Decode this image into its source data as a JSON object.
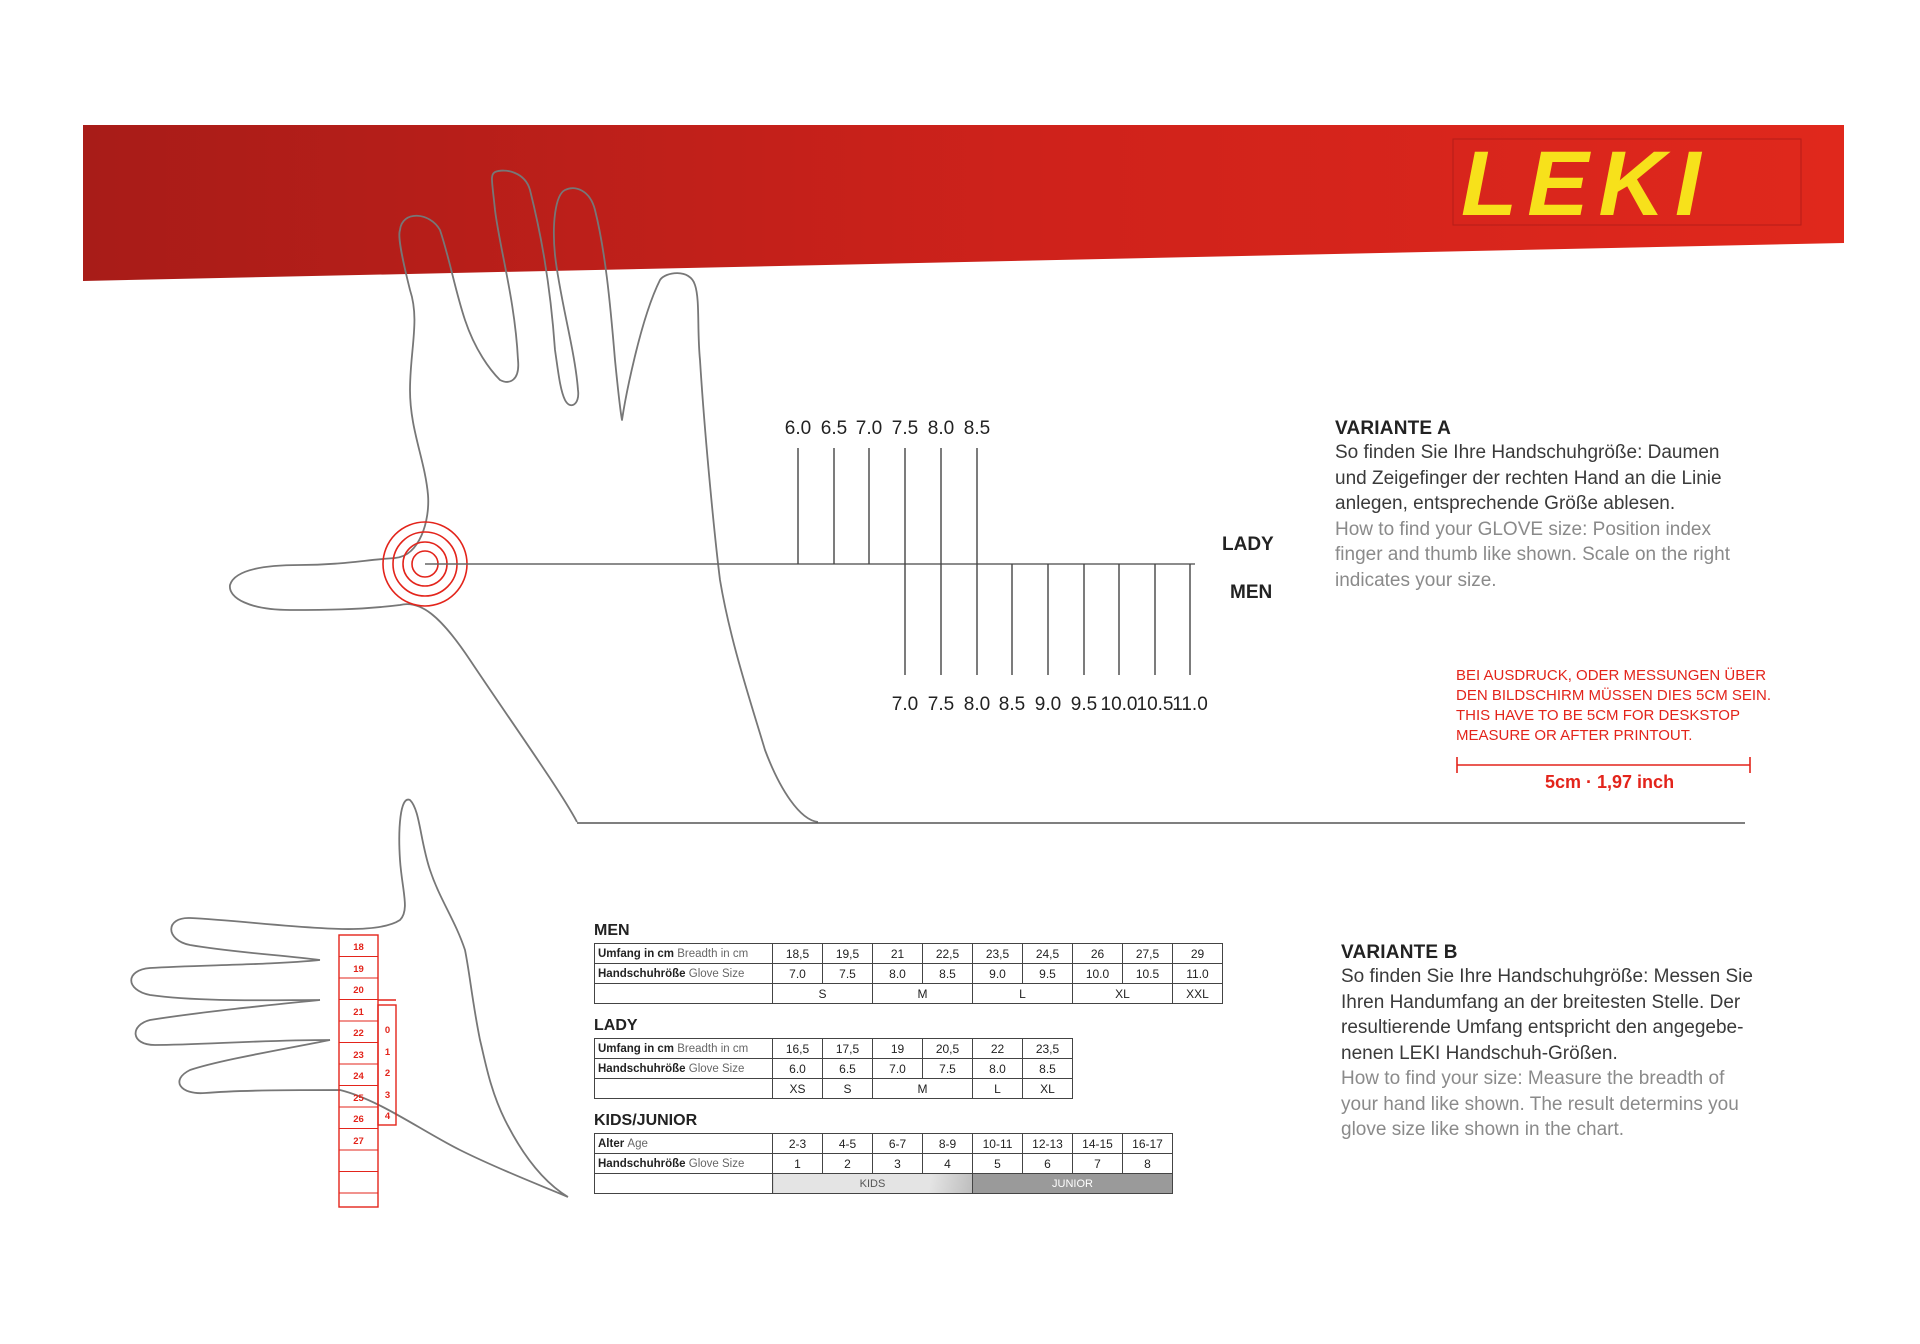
{
  "brand": {
    "logo_text": "LEKI",
    "banner_color": "#c8201b",
    "logo_color": "#f7e11b"
  },
  "scale": {
    "lady_ticks": [
      "6.0",
      "6.5",
      "7.0",
      "7.5",
      "8.0",
      "8.5"
    ],
    "men_ticks": [
      "7.0",
      "7.5",
      "8.0",
      "8.5",
      "9.0",
      "9.5",
      "10.0",
      "10.5",
      "11.0"
    ],
    "lady_label": "LADY",
    "men_label": "MEN"
  },
  "variante_a": {
    "heading": "VARIANTE A",
    "de_lines": [
      "So finden Sie Ihre Handschuhgröße: Daumen",
      "und Zeigefinger der rechten Hand an die Linie",
      "anlegen, entsprechende Größe ablesen."
    ],
    "en_lines": [
      "How to find your GLOVE size: Position index",
      "finger and thumb like shown. Scale on the right",
      "indicates your size."
    ]
  },
  "warning": {
    "lines": [
      "BEI AUSDRUCK, ODER MESSUNGEN ÜBER",
      "DEN BILDSCHIRM MÜSSEN DIES 5CM SEIN.",
      "THIS HAVE TO BE 5CM FOR DESKSTOP",
      "MEASURE OR AFTER PRINTOUT."
    ],
    "measure_label": "5cm · 1,97 inch"
  },
  "variante_b": {
    "heading": "VARIANTE B",
    "de_lines": [
      "So finden Sie Ihre Handschuhgröße: Messen Sie",
      "Ihren Handumfang an der breitesten Stelle. Der",
      "resultierende Umfang entspricht den angegebe-",
      "nenen LEKI Handschuh-Größen."
    ],
    "en_lines": [
      "How to find your size: Measure the breadth of",
      "your hand like shown. The result determins you",
      "glove size like shown in the chart."
    ]
  },
  "tape": {
    "numbers": [
      "18",
      "19",
      "20",
      "21",
      "22",
      "23",
      "24",
      "25",
      "26",
      "27"
    ],
    "side_marks": [
      "0",
      "1",
      "2",
      "3",
      "4"
    ]
  },
  "tables": {
    "men": {
      "title": "MEN",
      "row1_de": "Umfang in cm",
      "row1_en": "Breadth in cm",
      "row2_de": "Handschuhröße",
      "row2_en": "Glove Size",
      "breadth": [
        "18,5",
        "19,5",
        "21",
        "22,5",
        "23,5",
        "24,5",
        "26",
        "27,5",
        "29"
      ],
      "glove": [
        "7.0",
        "7.5",
        "8.0",
        "8.5",
        "9.0",
        "9.5",
        "10.0",
        "10.5",
        "11.0"
      ],
      "sizes": [
        {
          "label": "S",
          "span": 2
        },
        {
          "label": "M",
          "span": 2
        },
        {
          "label": "L",
          "span": 2
        },
        {
          "label": "XL",
          "span": 2
        },
        {
          "label": "XXL",
          "span": 1
        }
      ]
    },
    "lady": {
      "title": "LADY",
      "row1_de": "Umfang in cm",
      "row1_en": "Breadth in cm",
      "row2_de": "Handschuhröße",
      "row2_en": "Glove Size",
      "breadth": [
        "16,5",
        "17,5",
        "19",
        "20,5",
        "22",
        "23,5"
      ],
      "glove": [
        "6.0",
        "6.5",
        "7.0",
        "7.5",
        "8.0",
        "8.5"
      ],
      "sizes": [
        {
          "label": "XS",
          "span": 1
        },
        {
          "label": "S",
          "span": 1
        },
        {
          "label": "M",
          "span": 2
        },
        {
          "label": "L",
          "span": 1
        },
        {
          "label": "XL",
          "span": 1
        }
      ]
    },
    "kids": {
      "title": "KIDS/JUNIOR",
      "row1_de": "Alter",
      "row1_en": "Age",
      "row2_de": "Handschuhröße",
      "row2_en": "Glove Size",
      "age": [
        "2-3",
        "4-5",
        "6-7",
        "8-9",
        "10-11",
        "12-13",
        "14-15",
        "16-17"
      ],
      "glove": [
        "1",
        "2",
        "3",
        "4",
        "5",
        "6",
        "7",
        "8"
      ],
      "kids_label": "KIDS",
      "junior_label": "JUNIOR"
    }
  }
}
